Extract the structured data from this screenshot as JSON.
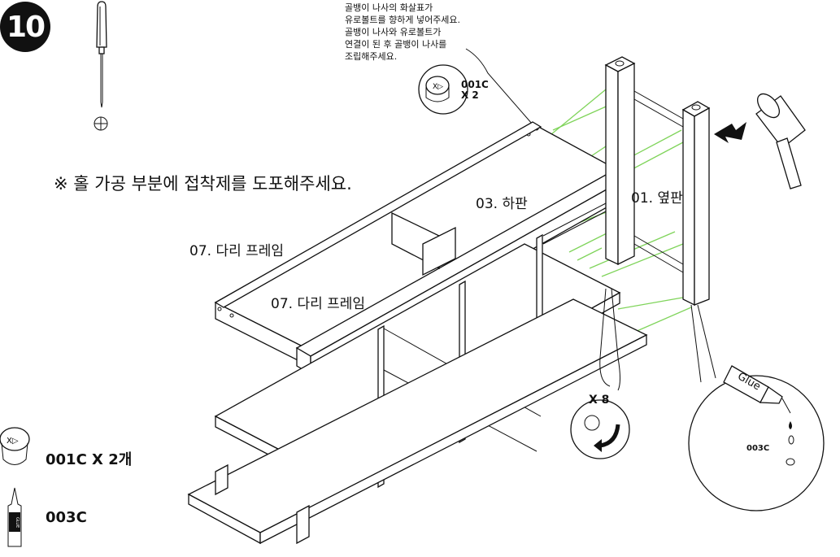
{
  "step": {
    "number": "10"
  },
  "instruction": "※ 홀 가공 부분에 접착제를 도포해주세요.",
  "callout": {
    "lines": [
      "골뱅이 나사의 화살표가",
      "유로볼트를 향하게 넣어주세요.",
      "골뱅이 나사와 유로볼트가",
      "연결이 된 후 골뱅이 나사를",
      "조립해주세요."
    ],
    "part_code": "001C",
    "part_qty": "X 2"
  },
  "labels": {
    "bottom_panel": "03. 하판",
    "side_panel": "01. 옆판",
    "leg_frame_back": "07. 다리 프레임",
    "leg_frame_front": "07. 다리 프레임"
  },
  "rotate_callout": {
    "qty": "X 8"
  },
  "glue_callout": {
    "tube_text": "Glue",
    "code": "003C"
  },
  "parts_list": [
    {
      "label": "001C X 2개",
      "icon": "cam-lock-icon"
    },
    {
      "label": "003C",
      "icon": "glue-tube-icon",
      "tube_text": "GLUE"
    }
  ],
  "tools": [
    "phillips-screwdriver-icon",
    "rubber-mallet-icon"
  ],
  "colors": {
    "guide_lines": "#7fd45a",
    "ink": "#111111"
  }
}
